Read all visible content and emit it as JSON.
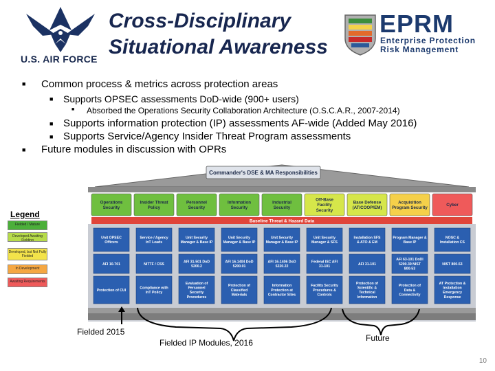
{
  "header": {
    "org_name": "U.S. AIR FORCE",
    "title_line1": "Cross-Disciplinary",
    "title_line2": "Situational Awareness",
    "eprm_word": "EPRM",
    "eprm_sub1": "Enterprise Protection",
    "eprm_sub2": "Risk Management"
  },
  "bullets": [
    {
      "level": 1,
      "text": "Common process & metrics across protection areas"
    },
    {
      "level": 2,
      "text": "Supports OPSEC assessments DoD-wide (900+ users)"
    },
    {
      "level": 3,
      "text": "Absorbed the Operations Security Collaboration Architecture (O.S.C.A.R., 2007-2014)"
    },
    {
      "level": 2,
      "text": "Supports information protection (IP) assessments AF-wide (Added May 2016)"
    },
    {
      "level": 2,
      "text": "Supports Service/Agency Insider Threat Program assessments"
    },
    {
      "level": 1,
      "text": "Future modules in discussion with OPRs"
    }
  ],
  "diagram": {
    "roof_label": "Commander's DSE & MA Responsibilities",
    "beam_label": "Baseline Threat & Hazard Data",
    "columns": [
      {
        "top": "Operations Security",
        "row1": "Unit OPSEC Officers",
        "row2": "AFI 10-701",
        "row3": "Protection of CUI",
        "status_color": "#6fbf3f"
      },
      {
        "top": "Insider Threat Policy",
        "row1": "Service / Agency InT Leads",
        "row2": "NITTF / CSS",
        "row3": "Compliance with InT Policy",
        "status_color": "#6fbf3f"
      },
      {
        "top": "Personnel Security",
        "row1": "Unit Security Manager & Base IP",
        "row2": "AFI 31-501 DoD 5200.2",
        "row3": "Evaluation of Personnel Security Procedures",
        "status_color": "#6fbf3f"
      },
      {
        "top": "Information Security",
        "row1": "Unit Security Manager & Base IP",
        "row2": "AFI 16-1404 DoD 5200.01",
        "row3": "Protection of Classified Materials",
        "status_color": "#6fbf3f"
      },
      {
        "top": "Industrial Security",
        "row1": "Unit Security Manager & Base IP",
        "row2": "AFI 16-1406 DoD 5220.22",
        "row3": "Information Protection at Contractor Sites",
        "status_color": "#6fbf3f"
      },
      {
        "top": "Off-Base Facility Security",
        "row1": "Unit Security Manager & SFS",
        "row2": "Federal ISC AFI 31-101",
        "row3": "Facility Security Procedures & Controls",
        "status_color": "#d6e64a"
      },
      {
        "top": "Base Defense (AT/COOP/EM)",
        "row1": "Installation SFS & ATO & EM",
        "row2": "AFI 31-101",
        "row3": "Protection of Scientific & Technical Information",
        "status_color": "#d6e64a"
      },
      {
        "top": "Acquisition Program Security",
        "row1": "Program Manager & Base IP",
        "row2": "AFI 63-101 DoDI 5200.39 NIST 800-53",
        "row3": "Protection of Data & Connectivity",
        "status_color": "#f5d04a"
      },
      {
        "top": "Cyber",
        "row1": "NOSC & Installation CS",
        "row2": "NIST 800-53",
        "row3": "AT Protection & Installation Emergency Response",
        "status_color": "#ef5a5a"
      }
    ]
  },
  "legend": {
    "title": "Legend",
    "items": [
      {
        "label": "Fielded / Mature",
        "color": "#4caf3a"
      },
      {
        "label": "Developed Awaiting Fielding",
        "color": "#b6db4a"
      },
      {
        "label": "Developed, but Not Fully Fielded",
        "color": "#f3e34a"
      },
      {
        "label": "In Development",
        "color": "#f5a742"
      },
      {
        "label": "Awaiting Requirements",
        "color": "#ef5a5a"
      }
    ]
  },
  "annotations": {
    "fielded_2015": "Fielded 2015",
    "fielded_ip_2016": "Fielded IP Modules, 2016",
    "future": "Future"
  },
  "page_number": "10"
}
